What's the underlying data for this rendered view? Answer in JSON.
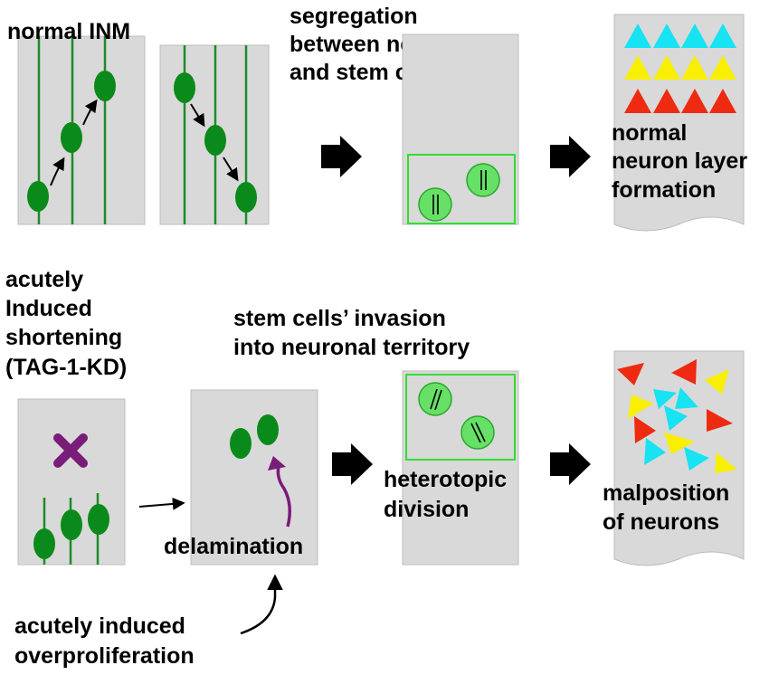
{
  "labels": {
    "normal_inm": "normal INM",
    "segregation": [
      "segregation",
      "between neurons",
      "and stem cells"
    ],
    "normal_layer": [
      "normal",
      "neuron layer",
      "formation"
    ],
    "acutely_induced": [
      "acutely",
      "Induced",
      "shortening",
      "(TAG-1-KD)"
    ],
    "invasion": [
      "stem cells’ invasion",
      "into neuronal territory"
    ],
    "heterotopic": [
      "heterotopic",
      "division"
    ],
    "delamination": "delamination",
    "malposition": [
      "malposition",
      "of neurons"
    ],
    "overproliferation": [
      "acutely induced",
      "overproliferation"
    ]
  },
  "colors": {
    "panel": "#d9d9d9",
    "cell": "#0a8a1a",
    "fiber": "#1e8a2a",
    "stem_cell": "#66e066",
    "purple": "#7a1c7a",
    "cyan": "#17e3f2",
    "yellow": "#f8f000",
    "red": "#ee2a10"
  }
}
